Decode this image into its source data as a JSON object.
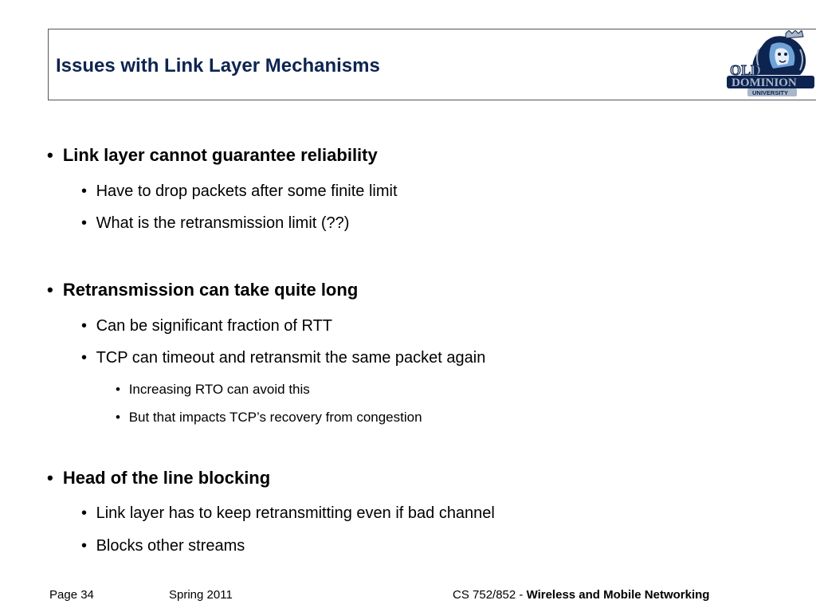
{
  "slide": {
    "title": "Issues with Link Layer Mechanisms",
    "logo": {
      "line1": "OLD",
      "line2": "DOMINION",
      "line3": "UNIVERSITY",
      "colors": {
        "navy": "#0d2450",
        "silver": "#a9b7c9",
        "light_blue": "#6fa3d8"
      }
    },
    "bullet_char": "•",
    "sections": [
      {
        "heading": "Link layer cannot guarantee reliability",
        "items": [
          {
            "text": "Have to drop packets after some finite limit"
          },
          {
            "text": "What is the retransmission limit (??)"
          }
        ]
      },
      {
        "heading": "Retransmission can take quite long",
        "items": [
          {
            "text": "Can be significant fraction of RTT"
          },
          {
            "text": "TCP can timeout and retransmit the same packet again",
            "subitems": [
              "Increasing RTO can avoid this",
              "But that impacts TCP’s recovery from congestion"
            ]
          }
        ]
      },
      {
        "heading": "Head of the line blocking",
        "items": [
          {
            "text": "Link layer has to keep retransmitting even if bad channel"
          },
          {
            "text": "Blocks other streams"
          }
        ]
      }
    ],
    "footer": {
      "page": "Page 34",
      "term": "Spring 2011",
      "course_prefix": "CS 752/852 - ",
      "course_name": "Wireless and Mobile Networking"
    }
  }
}
